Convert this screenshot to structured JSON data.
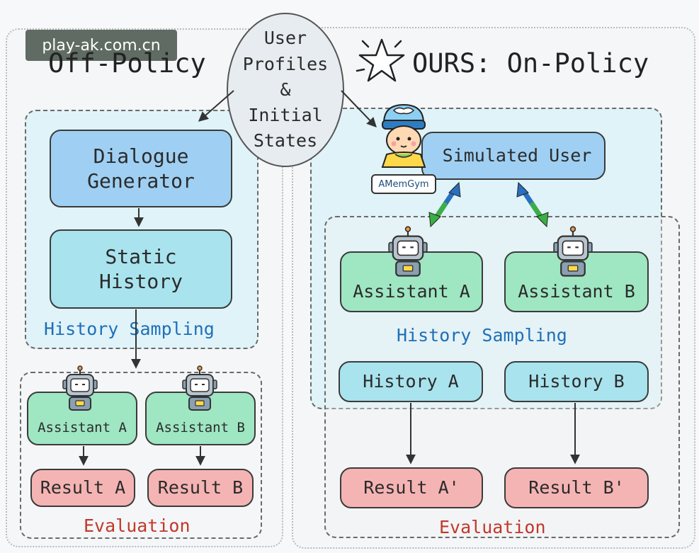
{
  "watermark": "play-ak.com.cn",
  "ellipse": {
    "line1": "User",
    "line2": "Profiles",
    "line3": "&",
    "line4": "Initial",
    "line5": "States"
  },
  "left": {
    "title": "Off-Policy",
    "dialogue_generator": "Dialogue Generator",
    "static_history": "Static History",
    "history_sampling": "History Sampling",
    "assistant_a": "Assistant A",
    "assistant_b": "Assistant B",
    "result_a": "Result A",
    "result_b": "Result B",
    "evaluation": "Evaluation"
  },
  "right": {
    "title": "OURS: On-Policy",
    "simulated_user": "Simulated User",
    "badge": "AMemGym",
    "assistant_a": "Assistant A",
    "assistant_b": "Assistant B",
    "history_sampling": "History Sampling",
    "history_a": "History A",
    "history_b": "History B",
    "result_a": "Result A'",
    "result_b": "Result B'",
    "evaluation": "Evaluation"
  },
  "colors": {
    "blue_box": "#9fd0f3",
    "cyan_box": "#a9e3ee",
    "green_box": "#9fe6c3",
    "red_box": "#f5b4b4",
    "zone": "#dff3f8",
    "label_blue": "#1f6fb8",
    "label_red": "#c0392b"
  },
  "icons": [
    "robot-icon",
    "user-avatar-icon",
    "star-icon",
    "double-arrow-icon"
  ]
}
